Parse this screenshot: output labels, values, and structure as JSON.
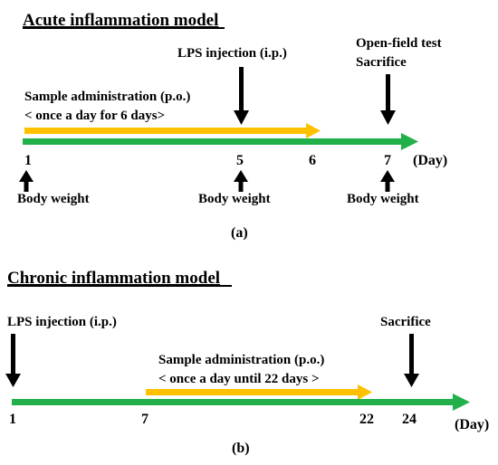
{
  "colors": {
    "timeline": "#22b04b",
    "treatment": "#ffc000",
    "arrow": "#000000",
    "text": "#000000"
  },
  "panel_a": {
    "title": "Acute inflammation model",
    "lps_label": "LPS injection (i.p.)",
    "openfield_label": "Open-field test",
    "sacrifice_label": "Sacrifice",
    "sample_label_line1": "Sample administration (p.o.)",
    "sample_label_line2": "< once a day for 6 days>",
    "day_labels": {
      "d1": "1",
      "d5": "5",
      "d6": "6",
      "d7": "7"
    },
    "day_unit": "(Day)",
    "body_weight": [
      "Body weight",
      "Body weight",
      "Body weight"
    ],
    "caption": "(a)"
  },
  "panel_b": {
    "title": "Chronic inflammation model",
    "lps_label": "LPS injection (i.p.)",
    "sacrifice_label": "Sacrifice",
    "sample_label_line1": "Sample administration (p.o.)",
    "sample_label_line2": "< once a day until 22 days >",
    "day_labels": {
      "d1": "1",
      "d7": "7",
      "d22": "22",
      "d24": "24"
    },
    "day_unit": "(Day)",
    "caption": "(b)"
  }
}
